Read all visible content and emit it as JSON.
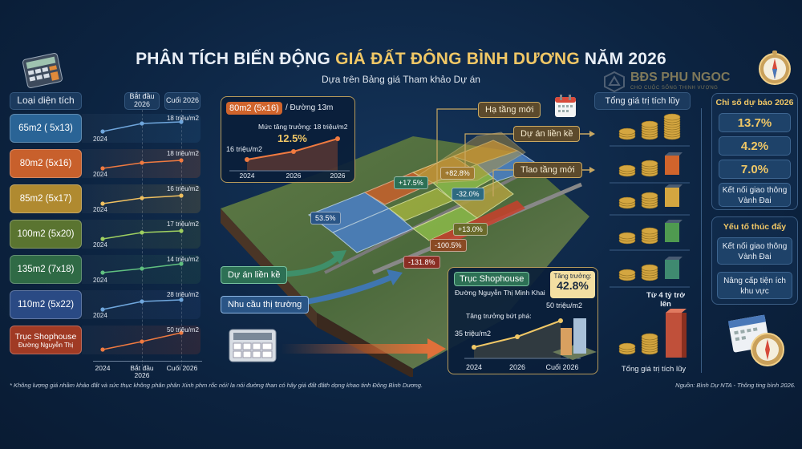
{
  "header": {
    "title_white": "PHÂN TÍCH BIẾN ĐỘNG ",
    "title_gold": "GIÁ ĐẤT ĐÔNG BÌNH DƯƠNG",
    "title_white2": " NĂM 2026",
    "subtitle": "Dựa trên Bảng giá Tham khảo Dự án",
    "brand_name": "BĐS PHU NGOC",
    "brand_tagline": "CHO CUỘC SỐNG THỊNH VƯỢNG"
  },
  "left_panel": {
    "column_header": "Loại diện tích",
    "start_header": "Bắt đầu 2026",
    "end_header": "Cuối 2026",
    "year_label": "2024",
    "axis": [
      "2024",
      "Bắt đầu 2026",
      "Cuối 2026"
    ],
    "rows": [
      {
        "label": "65m2 ( 5x13)",
        "value": "18 triệu/m2",
        "color": "#2a6496",
        "line": "#6fa6dc"
      },
      {
        "label": "80m2 (5x16)",
        "value": "18 triệu/m2",
        "color": "#c8602c",
        "line": "#f07a40"
      },
      {
        "label": "85m2 (5x17)",
        "value": "16 triệu/m2",
        "color": "#b08a30",
        "line": "#f0c060"
      },
      {
        "label": "100m2 (5x20)",
        "value": "17 triệu/m2",
        "color": "#5a7430",
        "line": "#9fd060"
      },
      {
        "label": "135m2 (7x18)",
        "value": "14 triệu/m2",
        "color": "#2f6a45",
        "line": "#60c080"
      },
      {
        "label": "110m2 (5x22)",
        "value": "28 triệu/m2",
        "color": "#2a4a84",
        "line": "#6fa6dc"
      },
      {
        "label": "Trục Shophouse",
        "sublabel": "Đường Nguyễn Thị",
        "value": "50 triệu/m2",
        "color": "#a03a24",
        "line": "#f07a40"
      }
    ]
  },
  "top_card": {
    "badge": "80m2 (5x16)",
    "street": "/ Đường 13m",
    "growth_label": "Mức tăng trưởng: 18 triệu/m2",
    "growth_pct": "12.5%",
    "start_value": "16 triệu/m2",
    "axis": [
      "2024",
      "2026",
      "2026"
    ]
  },
  "map": {
    "callouts": [
      "Hạ tầng mới",
      "Dự án liền kề",
      "Tlao tầng mới"
    ],
    "percents": [
      "+82.8%",
      "+17.5%",
      "-32.0%",
      "53.5%",
      "+13.0%",
      "-100.5%",
      "-131.8%"
    ],
    "arrows": [
      "Dự án liền kề",
      "Nhu cầu thị trường"
    ]
  },
  "shophouse_card": {
    "title": "Trục Shophouse",
    "street": "Đường Nguyễn Thị Minh Khai",
    "growth_label": "Tăng trưởng:",
    "growth_pct": "42.8%",
    "note": "Tăng trưởng bứt phá:",
    "start_value": "35 triệu/m2",
    "end_value": "50 triệu/m2",
    "axis": [
      "2024",
      "2026",
      "Cuối 2026"
    ]
  },
  "accumulation": {
    "header": "Tổng giá trị tích lũy",
    "top_note": "Từ 4 tỷ trở lên",
    "footer": "Tổng giá trị tích lũy"
  },
  "forecast": {
    "title": "Chỉ số dự báo 2026",
    "values": [
      "13.7%",
      "4.2%",
      "7.0%"
    ],
    "note": "Kết nối giao thông Vành Đai"
  },
  "drivers": {
    "title": "Yếu tố thúc đẩy",
    "items": [
      "Kết nối giao thông Vành Đai",
      "Nâng cấp tiện ích khu vực"
    ]
  },
  "footer": {
    "disclaimer": "* Không lượng giá nhầm khảo đất và sức thục không phân phân Xinh phm rốc nói! la nói đường than có hây giá đất đâth dọng khao tinh Đông Bình Dương.",
    "source": "Nguồn: Bình Dự NTA - Thông ting bình 2026."
  }
}
